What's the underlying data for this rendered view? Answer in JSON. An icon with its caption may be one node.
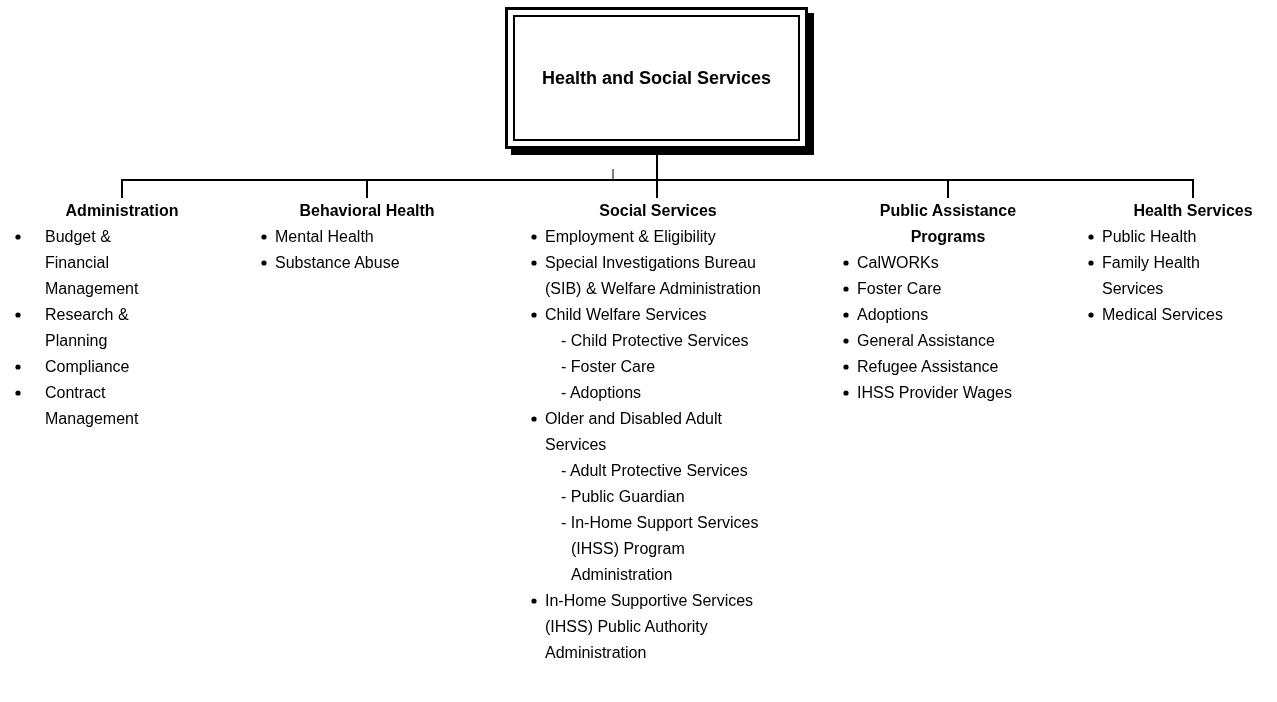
{
  "diagram": {
    "nodes": [
      {
        "text": [
          "Health and Social Services"
        ]
      },
      {
        "text": [
          "Administration",
          "Budget & Financial Management",
          "Research & Planning",
          "Compliance",
          "Contract Management"
        ]
      },
      {
        "text": [
          "Behavioral Health",
          "Mental Health",
          "Substance Abuse"
        ]
      },
      {
        "text": [
          "Social Services",
          "Employment & Eligibility",
          "Special Investigations Bureau (SIB) & Welfare Administration",
          "Child Welfare Services",
          "- Child Protective Services",
          "- Foster Care",
          "- Adoptions",
          "Older and Disabled Adult Services",
          "- Adult Protective Services",
          "- Public Guardian",
          "- In-Home Support Services (IHSS) Program Administration",
          "In-Home Supportive Services (IHSS) Public Authority Administration"
        ]
      },
      {
        "text": [
          "Public Assistance Programs",
          "CalWORKs",
          "Foster Care",
          "Adoptions",
          "General Assistance",
          "Refugee Assistance",
          "IHSS Provider Wages"
        ]
      },
      {
        "text": [
          "Health Services",
          "Public Health",
          "Family Health Services",
          "Medical Services"
        ]
      }
    ],
    "edges": [
      {
        "from": 0,
        "to": 1,
        "arrow": "none"
      },
      {
        "from": 0,
        "to": 2,
        "arrow": "none"
      },
      {
        "from": 0,
        "to": 3,
        "arrow": "none"
      },
      {
        "from": 0,
        "to": 4,
        "arrow": "none"
      },
      {
        "from": 0,
        "to": 5,
        "arrow": "none"
      }
    ]
  }
}
